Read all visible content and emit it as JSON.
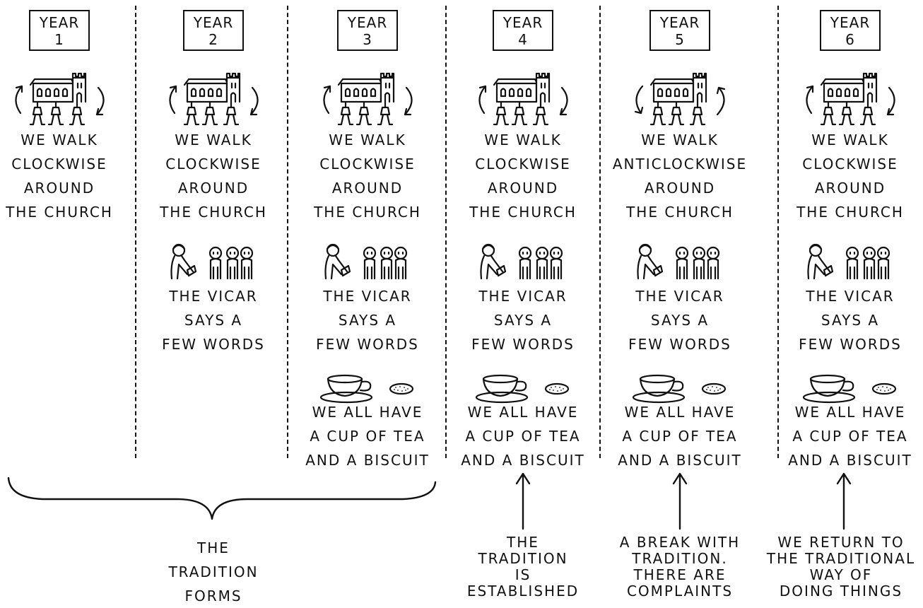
{
  "years": [
    {
      "label": "YEAR",
      "number": "1",
      "walk": [
        "WE WALK",
        "CLOCKWISE",
        "AROUND",
        "THE CHURCH"
      ],
      "walk_direction": "clockwise",
      "vicar": null,
      "tea": null
    },
    {
      "label": "YEAR",
      "number": "2",
      "walk": [
        "WE WALK",
        "CLOCKWISE",
        "AROUND",
        "THE CHURCH"
      ],
      "walk_direction": "clockwise",
      "vicar": [
        "THE VICAR",
        "SAYS A",
        "FEW WORDS"
      ],
      "tea": null
    },
    {
      "label": "YEAR",
      "number": "3",
      "walk": [
        "WE WALK",
        "CLOCKWISE",
        "AROUND",
        "THE CHURCH"
      ],
      "walk_direction": "clockwise",
      "vicar": [
        "THE VICAR",
        "SAYS A",
        "FEW WORDS"
      ],
      "tea": [
        "WE ALL HAVE",
        "A CUP OF TEA",
        "AND A BISCUIT"
      ]
    },
    {
      "label": "YEAR",
      "number": "4",
      "walk": [
        "WE WALK",
        "CLOCKWISE",
        "AROUND",
        "THE CHURCH"
      ],
      "walk_direction": "clockwise",
      "vicar": [
        "THE VICAR",
        "SAYS A",
        "FEW WORDS"
      ],
      "tea": [
        "WE ALL HAVE",
        "A CUP OF TEA",
        "AND A BISCUIT"
      ]
    },
    {
      "label": "YEAR",
      "number": "5",
      "walk": [
        "WE WALK",
        "ANTICLOCKWISE",
        "AROUND",
        "THE CHURCH"
      ],
      "walk_direction": "anticlockwise",
      "vicar": [
        "THE VICAR",
        "SAYS A",
        "FEW WORDS"
      ],
      "tea": [
        "WE ALL HAVE",
        "A CUP OF TEA",
        "AND A BISCUIT"
      ]
    },
    {
      "label": "YEAR",
      "number": "6",
      "walk": [
        "WE WALK",
        "CLOCKWISE",
        "AROUND",
        "THE CHURCH"
      ],
      "walk_direction": "clockwise",
      "vicar": [
        "THE VICAR",
        "SAYS A",
        "FEW WORDS"
      ],
      "tea": [
        "WE ALL HAVE",
        "A CUP OF TEA",
        "AND A BISCUIT"
      ]
    }
  ],
  "annotations": {
    "forms": [
      "THE",
      "TRADITION",
      "FORMS"
    ],
    "established": [
      "THE",
      "TRADITION",
      "IS",
      "ESTABLISHED"
    ],
    "break": [
      "A BREAK WITH",
      "TRADITION.",
      "THERE ARE",
      "COMPLAINTS"
    ],
    "return": [
      "WE RETURN TO",
      "THE TRADITIONAL",
      "WAY OF",
      "DOING THINGS"
    ]
  },
  "icons": [
    "church-with-walkers-icon",
    "vicar-and-congregation-icon",
    "teacup-icon",
    "biscuit-icon",
    "curly-brace-icon",
    "up-arrow-icon"
  ]
}
